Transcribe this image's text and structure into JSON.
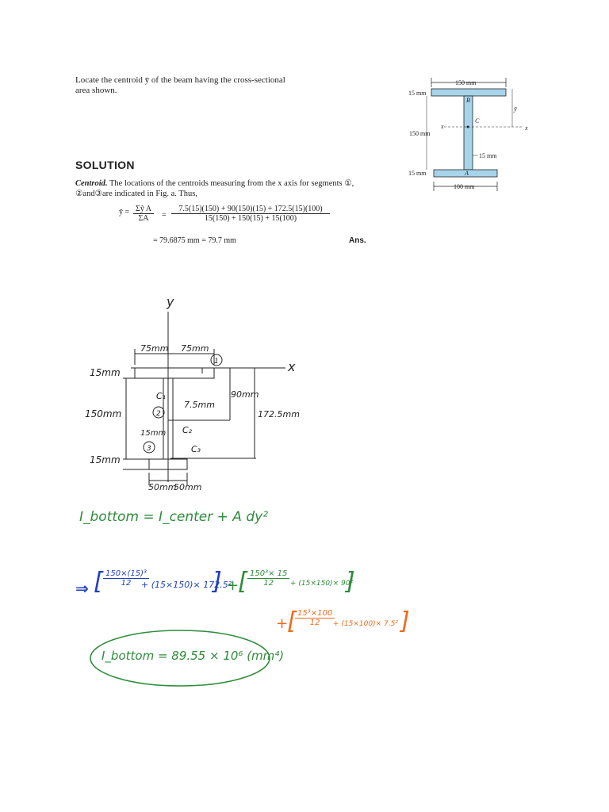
{
  "problem": {
    "text_line1": "Locate the centroid ȳ of the beam having the cross-sectional",
    "text_line2": "area shown."
  },
  "figure": {
    "top_width": "150 mm",
    "top_thickness": "15 mm",
    "web_height": "150 mm",
    "web_thickness": "15 mm",
    "bottom_thickness": "15 mm",
    "bottom_width": "100 mm",
    "label_B": "B",
    "label_C": "C",
    "label_A": "A",
    "axis_x": "x",
    "axis_ybar": "ȳ"
  },
  "solution": {
    "title": "SOLUTION",
    "centroid_bold": "Centroid.",
    "centroid_text": " The locations of the centroids measuring from the x axis for segments ①,",
    "centroid_text2": "②and③are indicated in Fig. a. Thus,",
    "ybar_lhs": "ȳ =",
    "ratio_num": "Σỹ A",
    "ratio_den": "ΣA",
    "eq_num": "7.5(15)(150) + 90(150)(15) + 172.5(15)(100)",
    "eq_den": "15(150) + 150(15) + 15(100)",
    "result": "= 79.6875 mm = 79.7 mm",
    "ans": "Ans."
  },
  "sketch": {
    "y_axis": "y",
    "x_axis": "x",
    "dim_left": "75mm",
    "dim_right": "75mm",
    "circle1": "1",
    "circle2": "2",
    "circle3": "3",
    "c1": "C₁",
    "c2": "C₂",
    "c3": "C₃",
    "d_7_5": "7.5mm",
    "d_90": "90mm",
    "d_172_5": "172.5mm",
    "d_15_top": "15mm",
    "d_150": "150mm",
    "d_15_web": "15mm",
    "d_15_bottom": "15mm",
    "d_50_left": "50mm",
    "d_50_right": "50mm"
  },
  "handwriting": {
    "formula": "I_bottom = I_center + A dy²",
    "term1_num": "150×(15)³",
    "term1_den": "12",
    "term1_tail": "+ (15×150)× 172.5²",
    "term2_num": "150³× 15",
    "term2_den": "12",
    "term2_tail": "+ (15×150)× 90²",
    "term3_num": "15³×100",
    "term3_den": "12",
    "term3_tail": "+ (15×100)× 7.5²",
    "result": "I_bottom = 89.55 × 10⁶ (mm⁴)"
  },
  "colors": {
    "figure_fill": "#a8d4ea",
    "figure_stroke": "#222222",
    "green": "#2e8b3a",
    "blue": "#1f3fbf",
    "orange": "#ee6a1a"
  }
}
